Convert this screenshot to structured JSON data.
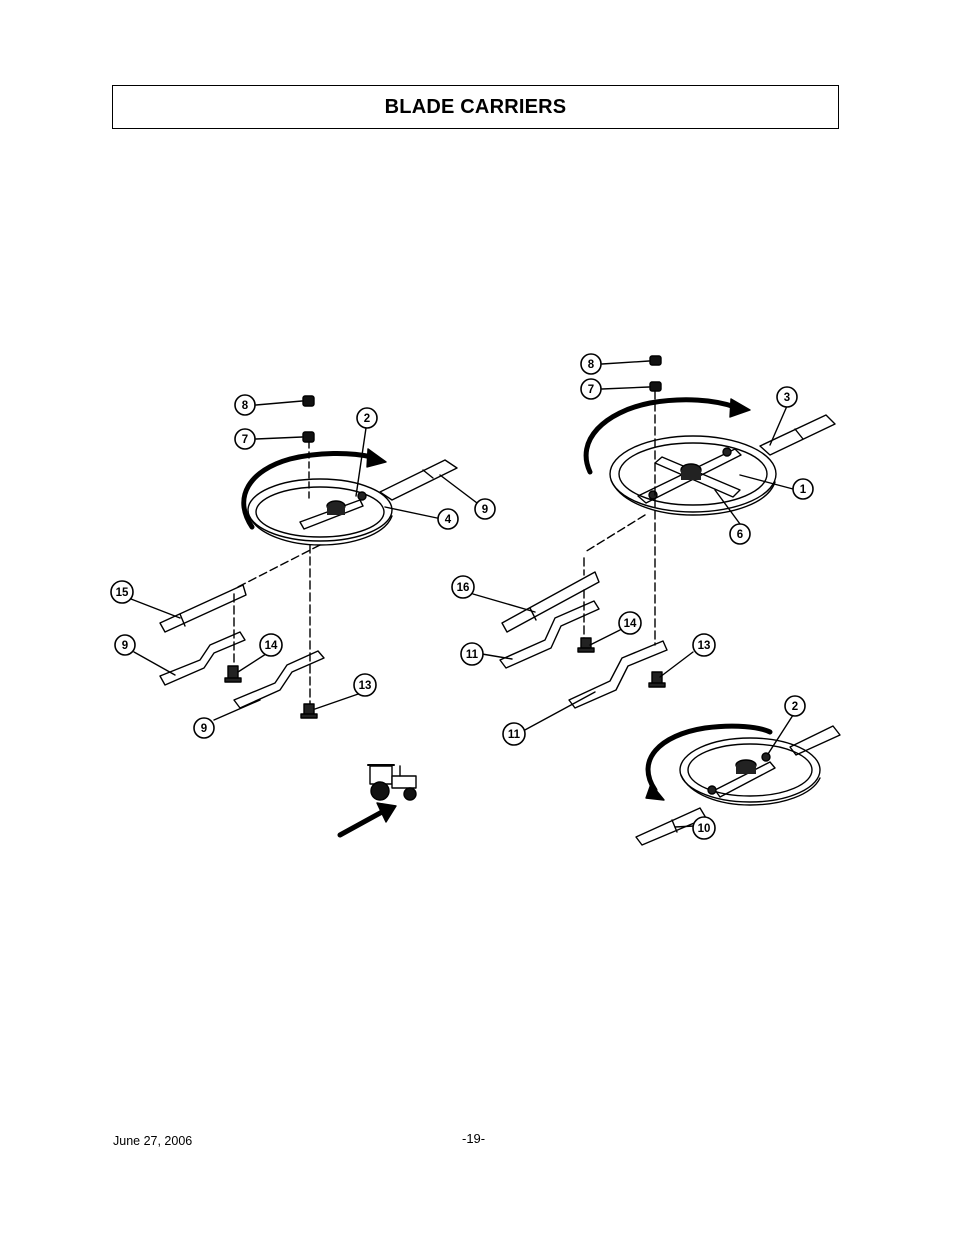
{
  "header": {
    "title": "BLADE CARRIERS"
  },
  "callouts": {
    "left": [
      "8",
      "7",
      "2",
      "4",
      "9",
      "15",
      "9",
      "14",
      "9",
      "13"
    ],
    "right": [
      "8",
      "7",
      "3",
      "1",
      "6",
      "16",
      "14",
      "11",
      "13",
      "11",
      "2",
      "10"
    ]
  },
  "footer": {
    "date": "June 27, 2006",
    "page": "-19-"
  }
}
